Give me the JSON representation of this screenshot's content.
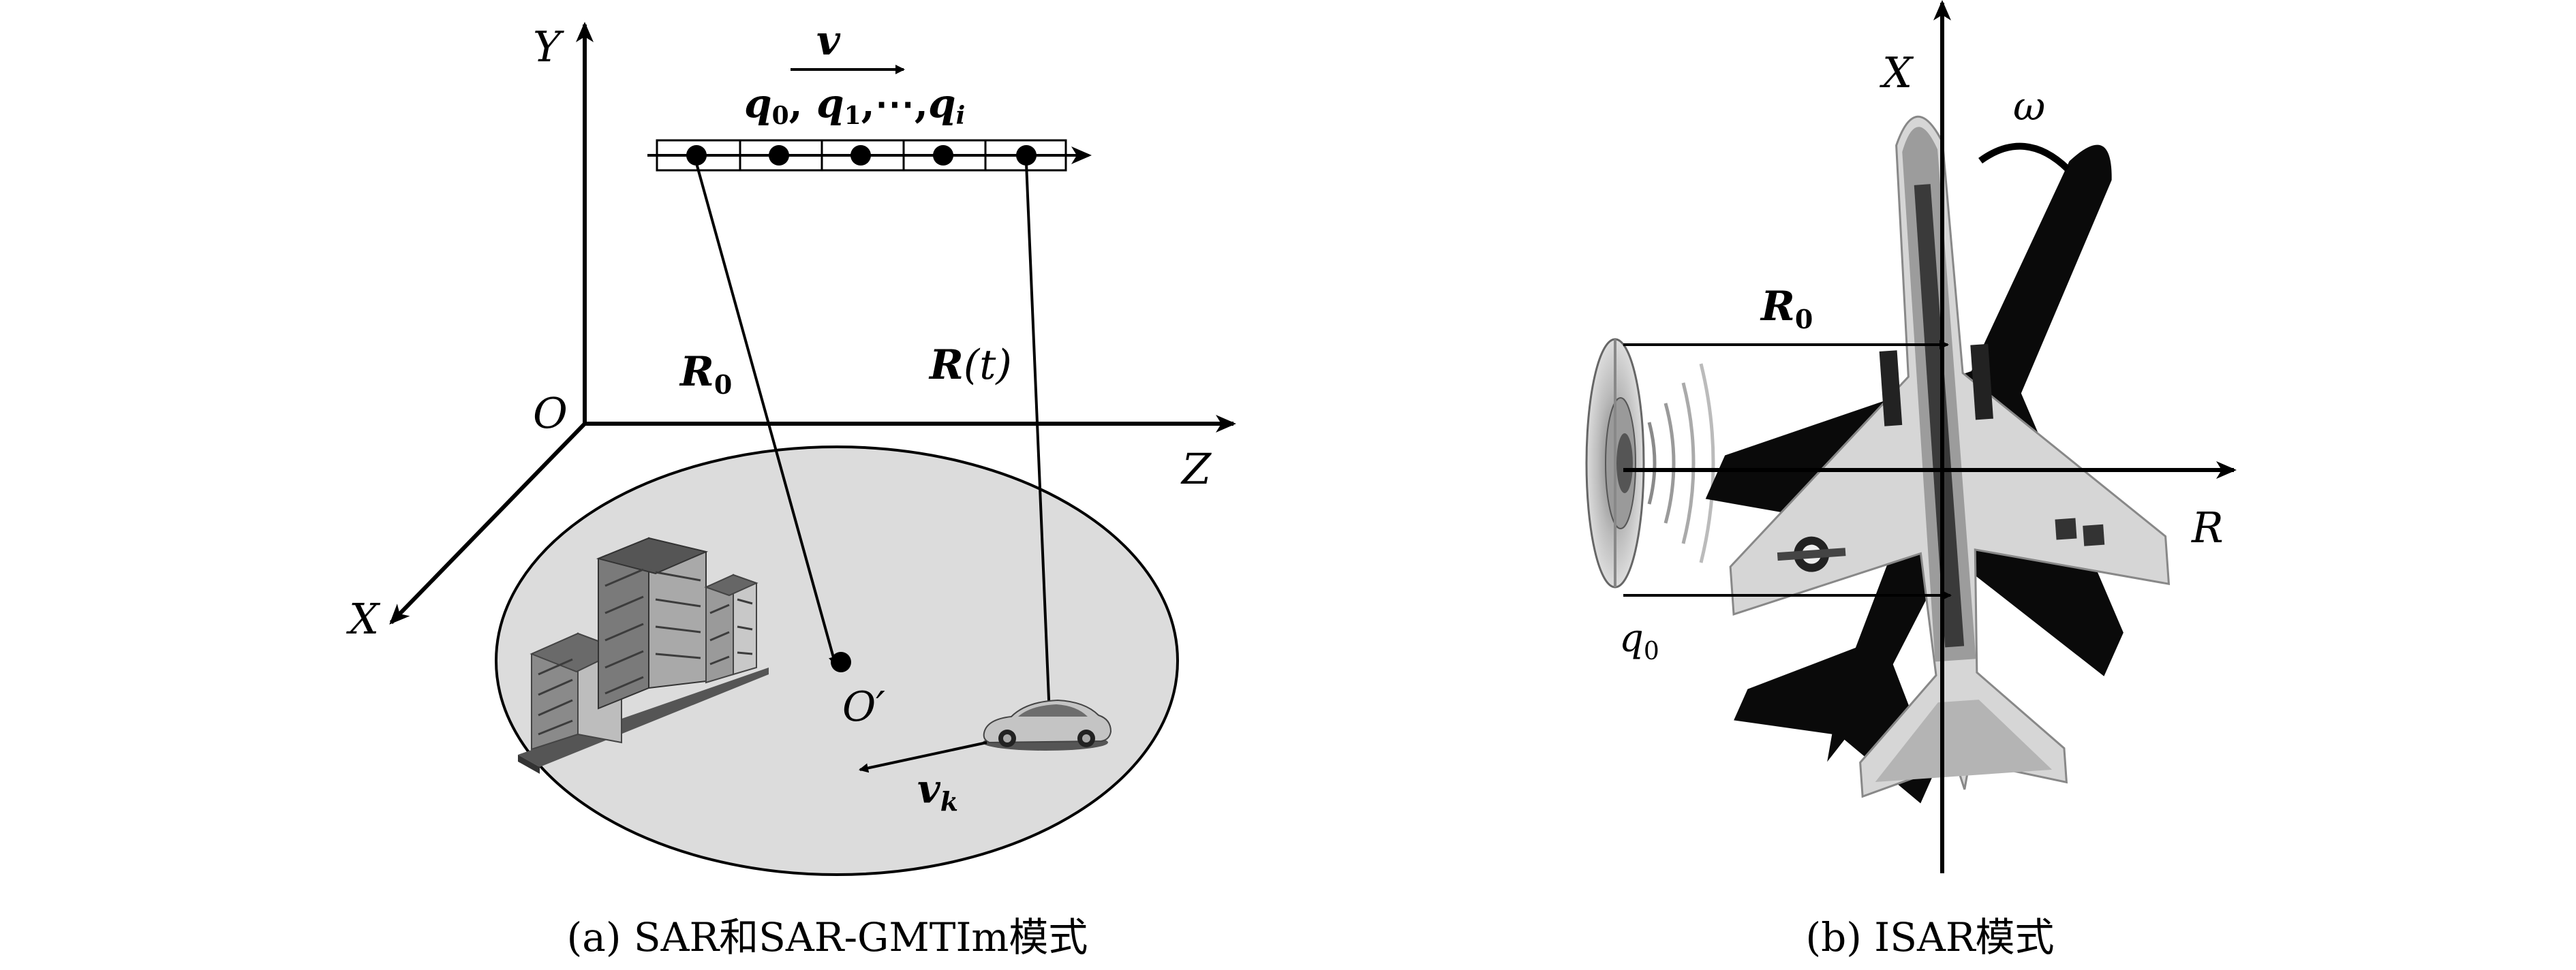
{
  "panel_a": {
    "axis_y": "Y",
    "axis_z": "Z",
    "axis_x": "X",
    "origin": "O",
    "velocity": "v",
    "pos_q0": "q",
    "pos_q0_sub": "0",
    "pos_q1": "q",
    "pos_q1_sub": "1",
    "pos_dots": ",⋯,",
    "pos_qi": "q",
    "pos_qi_sub": "i",
    "range0": "R",
    "range0_sub": "0",
    "range_t": "R",
    "range_t_arg": "(t)",
    "scene_center": "O′",
    "target_velocity": "v",
    "target_velocity_sub": "k",
    "caption": "(a) SAR和SAR-GMTIm模式"
  },
  "panel_b": {
    "axis_x": "X",
    "axis_r": "R",
    "rotation": "ω",
    "range0": "R",
    "range0_sub": "0",
    "radar_pos": "q",
    "radar_pos_sub": "0",
    "caption": "(b) ISAR模式"
  }
}
